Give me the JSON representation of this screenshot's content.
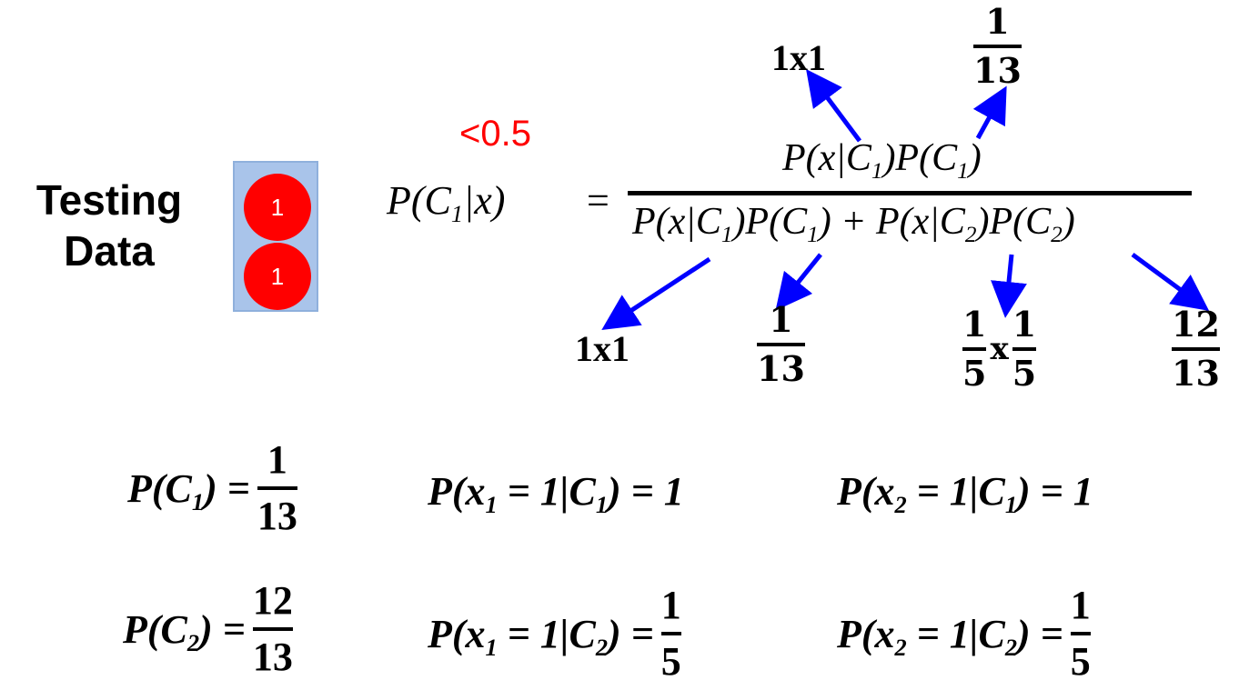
{
  "testing_data": {
    "label_line1": "Testing",
    "label_line2": "Data",
    "values": [
      "1",
      "1"
    ]
  },
  "threshold": "<0.5",
  "posterior": {
    "lhs": "P(C",
    "lhs_sub": "1",
    "lhs_tail": "|x)",
    "equals": "=",
    "numerator": "P(x|C",
    "numerator_sub": "1",
    "numerator_mid": ")P(C",
    "numerator_sub2": "1",
    "numerator_tail": ")",
    "denominator_a": "P(x|C",
    "denominator_a_sub": "1",
    "denominator_b": ")P(C",
    "denominator_b_sub": "1",
    "denominator_c": ") + P(x|C",
    "denominator_c_sub": "2",
    "denominator_d": ")P(C",
    "denominator_d_sub": "2",
    "denominator_e": ")"
  },
  "annotations": {
    "top_likelihood": "1x1",
    "top_prior_num": "1",
    "top_prior_den": "13",
    "bottom_likelihood_c1": "1x1",
    "bottom_prior_c1_num": "1",
    "bottom_prior_c1_den": "13",
    "bottom_likelihood_c2_a_num": "1",
    "bottom_likelihood_c2_a_den": "5",
    "bottom_likelihood_c2_times": "x",
    "bottom_likelihood_c2_b_num": "1",
    "bottom_likelihood_c2_b_den": "5",
    "bottom_prior_c2_num": "12",
    "bottom_prior_c2_den": "13"
  },
  "equations": {
    "pc1_lhs": "P(C",
    "pc1_sub": "1",
    "pc1_tail": ") =",
    "pc1_num": "1",
    "pc1_den": "13",
    "px1_c1_lhs": "P(x",
    "px1_c1_sub": "1",
    "px1_c1_mid": " = 1|C",
    "px1_c1_sub2": "1",
    "px1_c1_tail": ") = 1",
    "px2_c1_lhs": "P(x",
    "px2_c1_sub": "2",
    "px2_c1_mid": " = 1|C",
    "px2_c1_sub2": "1",
    "px2_c1_tail": ") = 1",
    "pc2_lhs": "P(C",
    "pc2_sub": "2",
    "pc2_tail": ") =",
    "pc2_num": "12",
    "pc2_den": "13",
    "px1_c2_lhs": "P(x",
    "px1_c2_sub": "1",
    "px1_c2_mid": " = 1|C",
    "px1_c2_sub2": "2",
    "px1_c2_tail": ") =",
    "px1_c2_num": "1",
    "px1_c2_den": "5",
    "px2_c2_lhs": "P(x",
    "px2_c2_sub": "2",
    "px2_c2_mid": " = 1|C",
    "px2_c2_sub2": "2",
    "px2_c2_tail": ") =",
    "px2_c2_num": "1",
    "px2_c2_den": "5"
  },
  "colors": {
    "arrow": "#0000ff",
    "threshold": "#ff0000",
    "circle": "#ff0000",
    "box": "#a9c4ea"
  }
}
